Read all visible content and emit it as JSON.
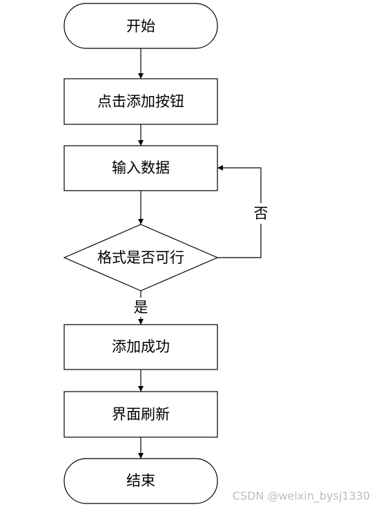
{
  "flowchart": {
    "nodes": {
      "start": "开始",
      "click_add": "点击添加按钮",
      "input_data": "输入数据",
      "format_check": "格式是否可行",
      "add_success": "添加成功",
      "refresh": "界面刷新",
      "end": "结束"
    },
    "edge_labels": {
      "no": "否",
      "yes": "是"
    }
  },
  "watermark": "CSDN @weixin_bysj1330"
}
